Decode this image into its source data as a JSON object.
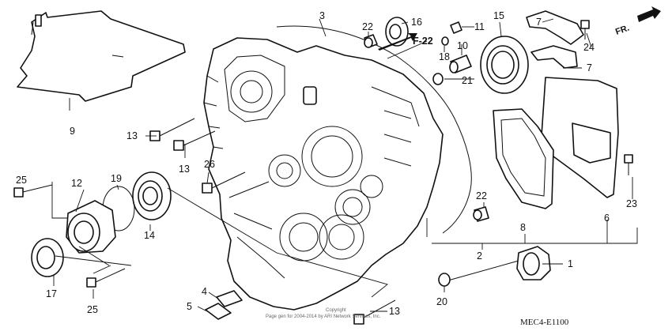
{
  "diagram": {
    "callouts": {
      "c1": "1",
      "c2": "2",
      "c3": "3",
      "c4": "4",
      "c5": "5",
      "c6": "6",
      "c7a": "7",
      "c7b": "7",
      "c8": "8",
      "c9": "9",
      "c10": "10",
      "c11": "11",
      "c12": "12",
      "c13a": "13",
      "c13b": "13",
      "c13c": "13",
      "c14": "14",
      "c15": "15",
      "c16": "16",
      "c17": "17",
      "c18": "18",
      "c19": "19",
      "c20": "20",
      "c21": "21",
      "c22a": "22",
      "c22b": "22",
      "c23": "23",
      "c24": "24",
      "c25a": "25",
      "c25b": "25",
      "c26": "26"
    },
    "reference_label": "F-22",
    "direction_label": "FR.",
    "diagram_code": "MEC4-E1100",
    "copyright_line1": "Copyright",
    "copyright_line2": "Page gen for 2004-2014 by ARI Network Services, Inc."
  }
}
